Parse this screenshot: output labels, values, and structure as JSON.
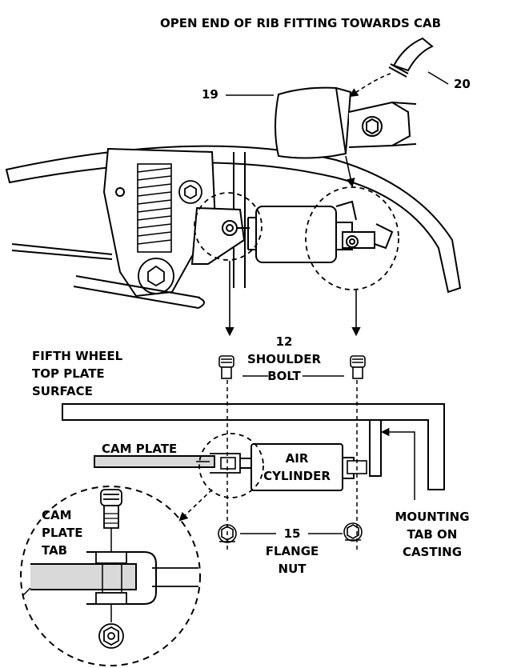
{
  "labels": {
    "header": "OPEN END OF RIB FITTING TOWARDS CAB",
    "part_19": "19",
    "part_20": "20",
    "part_12": "12",
    "shoulder": "SHOULDER",
    "bolt": "BOLT",
    "fifth_wheel_1": "FIFTH WHEEL",
    "fifth_wheel_2": "TOP PLATE",
    "fifth_wheel_3": "SURFACE",
    "cam_plate": "CAM PLATE",
    "air_1": "AIR",
    "air_2": "CYLINDER",
    "cam_tab_1": "CAM",
    "cam_tab_2": "PLATE",
    "cam_tab_3": "TAB",
    "part_15": "15",
    "flange": "FLANGE",
    "nut": "NUT",
    "mount_1": "MOUNTING",
    "mount_2": "TAB ON",
    "mount_3": "CASTING"
  }
}
